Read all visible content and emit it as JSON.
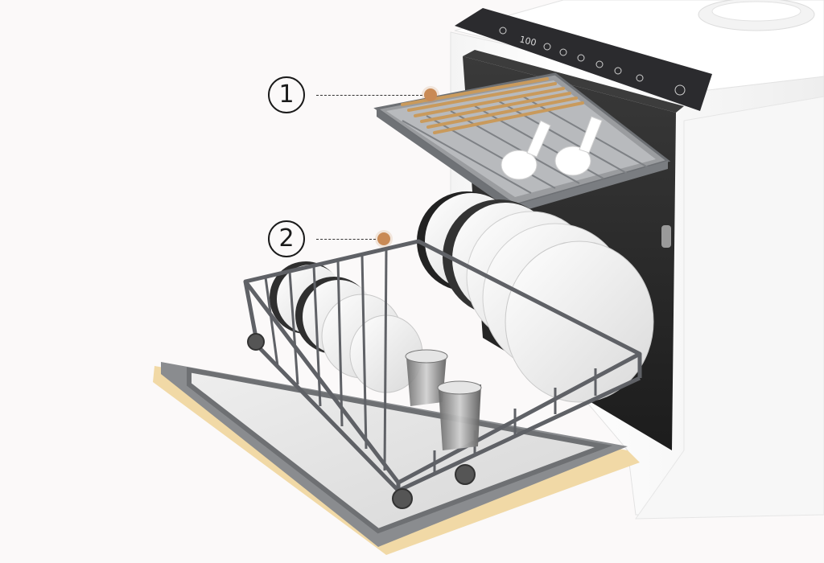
{
  "callouts": [
    {
      "number": "1",
      "part": "top-rack"
    },
    {
      "number": "2",
      "part": "lower-basket"
    }
  ],
  "control_panel": {
    "display_digits": "100"
  },
  "colors": {
    "background": "#fbf9f9",
    "body": "#ffffff",
    "control_panel": "#2b2b2e",
    "rack": "#8a8d90",
    "basket": "#5f6166",
    "door_trim": "#f1d9a6",
    "callout_dot": "#c98a55",
    "chopsticks": "#c99a5c"
  }
}
